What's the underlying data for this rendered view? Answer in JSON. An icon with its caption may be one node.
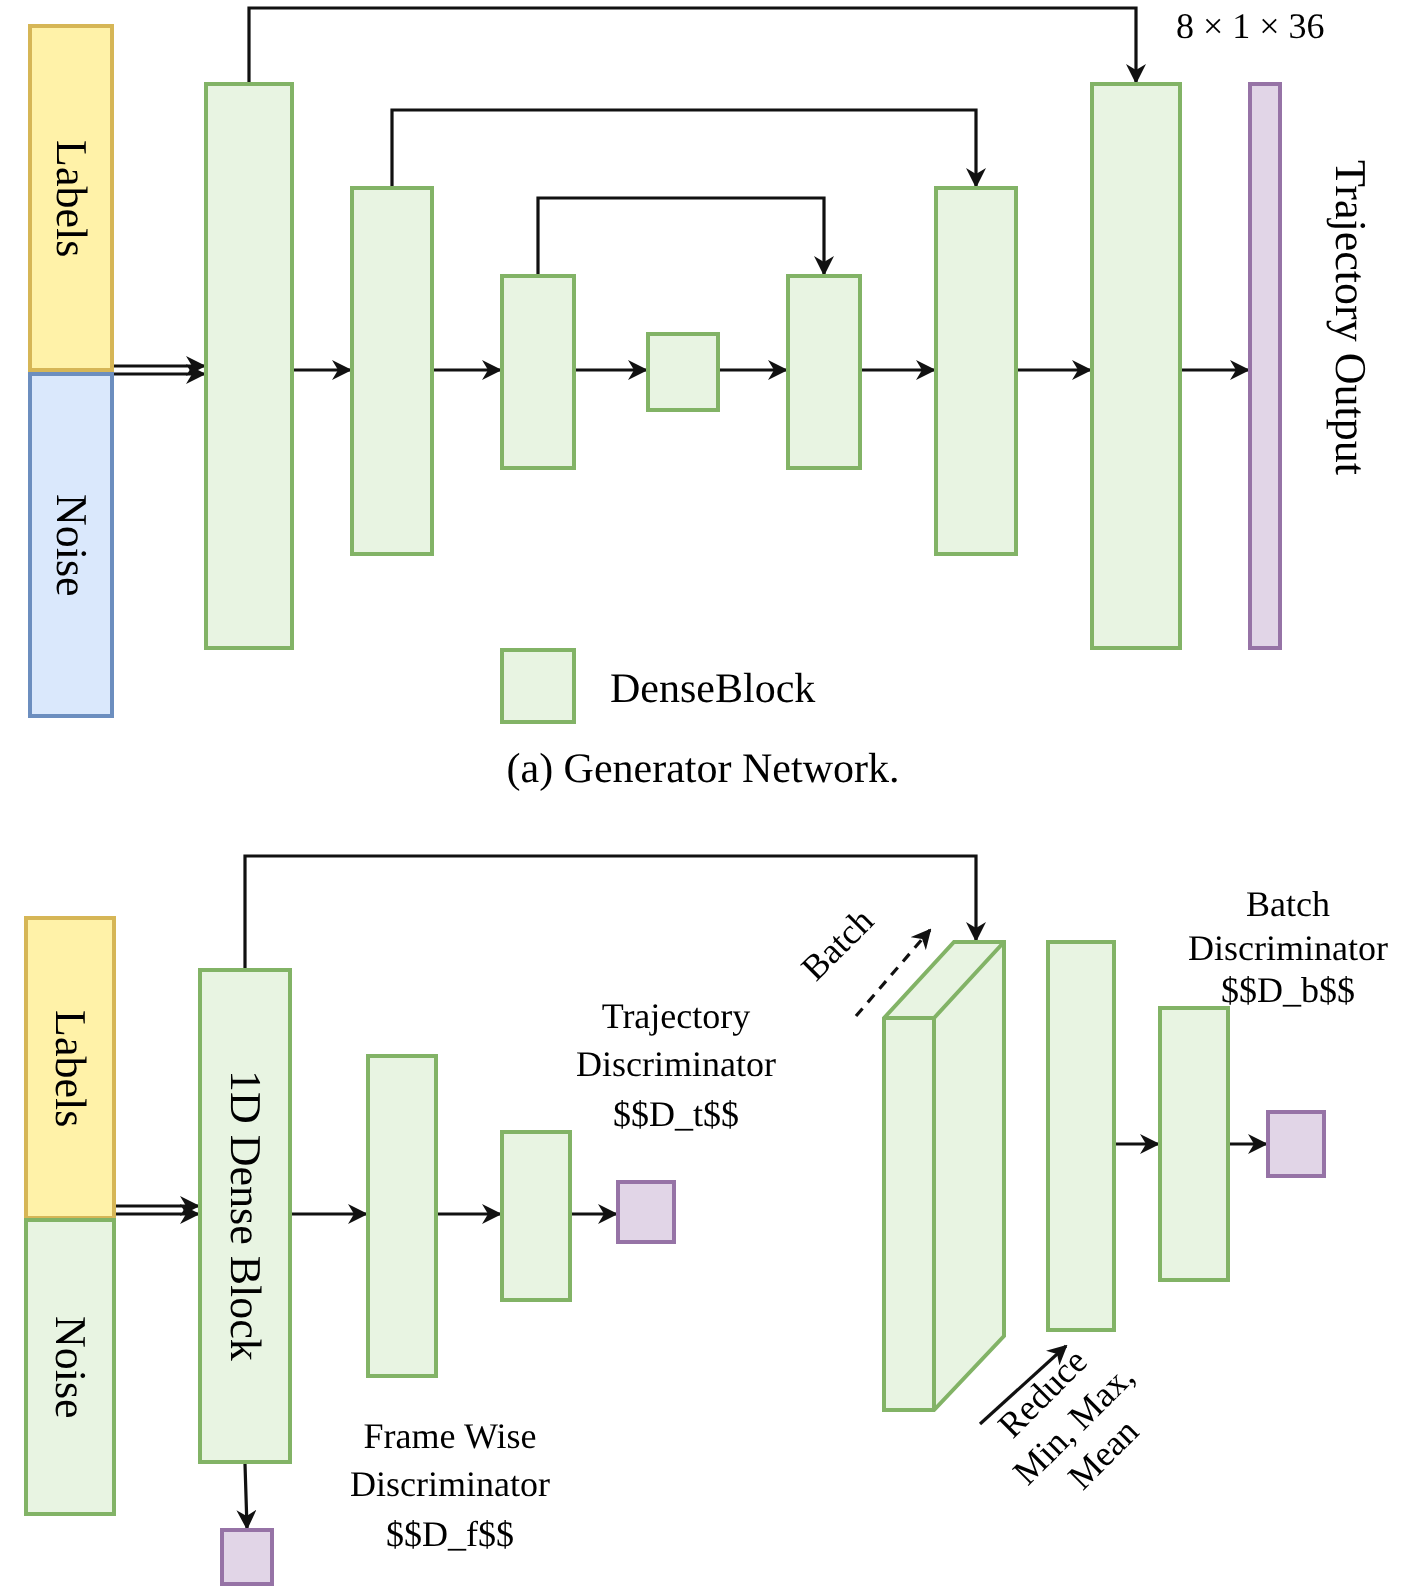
{
  "diagram": {
    "caption": "(a) Generator Network.",
    "nodes": [
      {
        "text": [
          "Labels"
        ]
      },
      {
        "text": [
          "Noise"
        ]
      },
      {
        "text": [],
        "shape": "box"
      },
      {
        "text": [],
        "shape": "box"
      },
      {
        "text": [],
        "shape": "box"
      },
      {
        "text": [],
        "shape": "box"
      },
      {
        "text": [],
        "shape": "box"
      },
      {
        "text": [],
        "shape": "box"
      },
      {
        "text": [],
        "shape": "box"
      },
      {
        "text": [],
        "shape": "bar",
        "beside": [
          "Trajectory Output"
        ]
      },
      {
        "text": [
          "Labels"
        ]
      },
      {
        "text": [
          "Noise"
        ]
      },
      {
        "text": [
          "1D Dense Block"
        ]
      },
      {
        "text": [],
        "shape": "box"
      },
      {
        "text": [],
        "shape": "box"
      },
      {
        "text": [],
        "shape": "box"
      },
      {
        "text": [],
        "shape": "box"
      },
      {
        "text": [],
        "shape": "cuboid"
      },
      {
        "text": [],
        "shape": "box"
      },
      {
        "text": [],
        "shape": "box"
      },
      {
        "text": [],
        "shape": "box"
      }
    ],
    "edges": [
      {
        "from": 0,
        "to": 2,
        "arrow": "to"
      },
      {
        "from": 1,
        "to": 2,
        "arrow": "to"
      },
      {
        "from": 2,
        "to": 3,
        "arrow": "to"
      },
      {
        "from": 3,
        "to": 4,
        "arrow": "to"
      },
      {
        "from": 4,
        "to": 5,
        "arrow": "to"
      },
      {
        "from": 5,
        "to": 6,
        "arrow": "to"
      },
      {
        "from": 6,
        "to": 7,
        "arrow": "to"
      },
      {
        "from": 7,
        "to": 8,
        "arrow": "to"
      },
      {
        "from": 8,
        "to": 9,
        "arrow": "to"
      },
      {
        "from": 2,
        "to": 8,
        "arrow": "to"
      },
      {
        "from": 3,
        "to": 7,
        "arrow": "to"
      },
      {
        "from": 4,
        "to": 6,
        "arrow": "to"
      },
      {
        "from": 10,
        "to": 12,
        "arrow": "to"
      },
      {
        "from": 11,
        "to": 12,
        "arrow": "to"
      },
      {
        "from": 12,
        "to": 13,
        "arrow": "to"
      },
      {
        "from": 13,
        "to": 14,
        "arrow": "to"
      },
      {
        "from": 14,
        "to": 15,
        "arrow": "to"
      },
      {
        "from": 12,
        "to": 16,
        "arrow": "to"
      },
      {
        "from": 12,
        "to": 17,
        "arrow": "to"
      },
      {
        "from": 18,
        "to": 19,
        "arrow": "to"
      },
      {
        "from": 19,
        "to": 20,
        "arrow": "to"
      }
    ],
    "labels": [
      "8 × 1 × 36",
      "Batch",
      "Batch Discriminator $$D_b$$",
      "Trajectory Discriminator $$D_t$$",
      "Reduce Min, Max, Mean",
      "Frame Wise Discriminator $$D_f$$"
    ],
    "legend": [
      {
        "text": "DenseBlock",
        "color": "#e8f4e2"
      }
    ]
  }
}
